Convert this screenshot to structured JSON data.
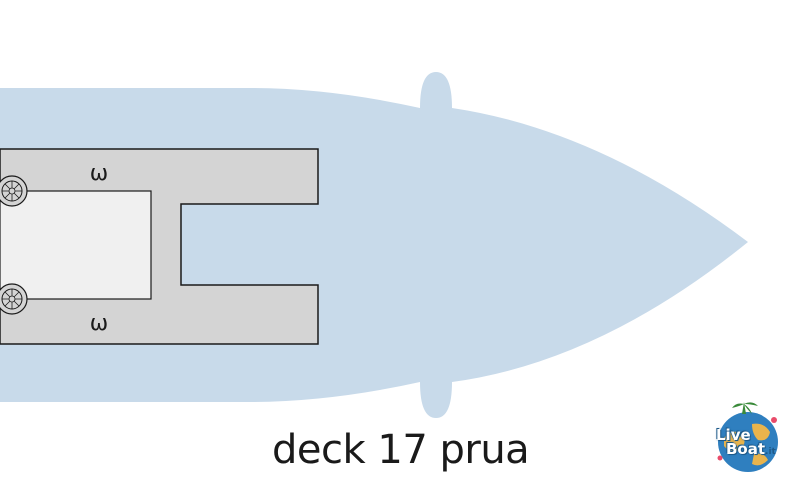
{
  "title": "deck 17 prua",
  "logo": {
    "word_live": "Live",
    "word_boat": "Boat",
    "suffix": ".it"
  },
  "markers": {
    "top": "ω",
    "bottom": "ω"
  },
  "colors": {
    "hull": "#c8daea",
    "deck_structure": "#d4d4d4",
    "inner_area": "#f0f0f0",
    "outline": "#1a1a1a",
    "logo_globe": "#2f7fbf"
  }
}
